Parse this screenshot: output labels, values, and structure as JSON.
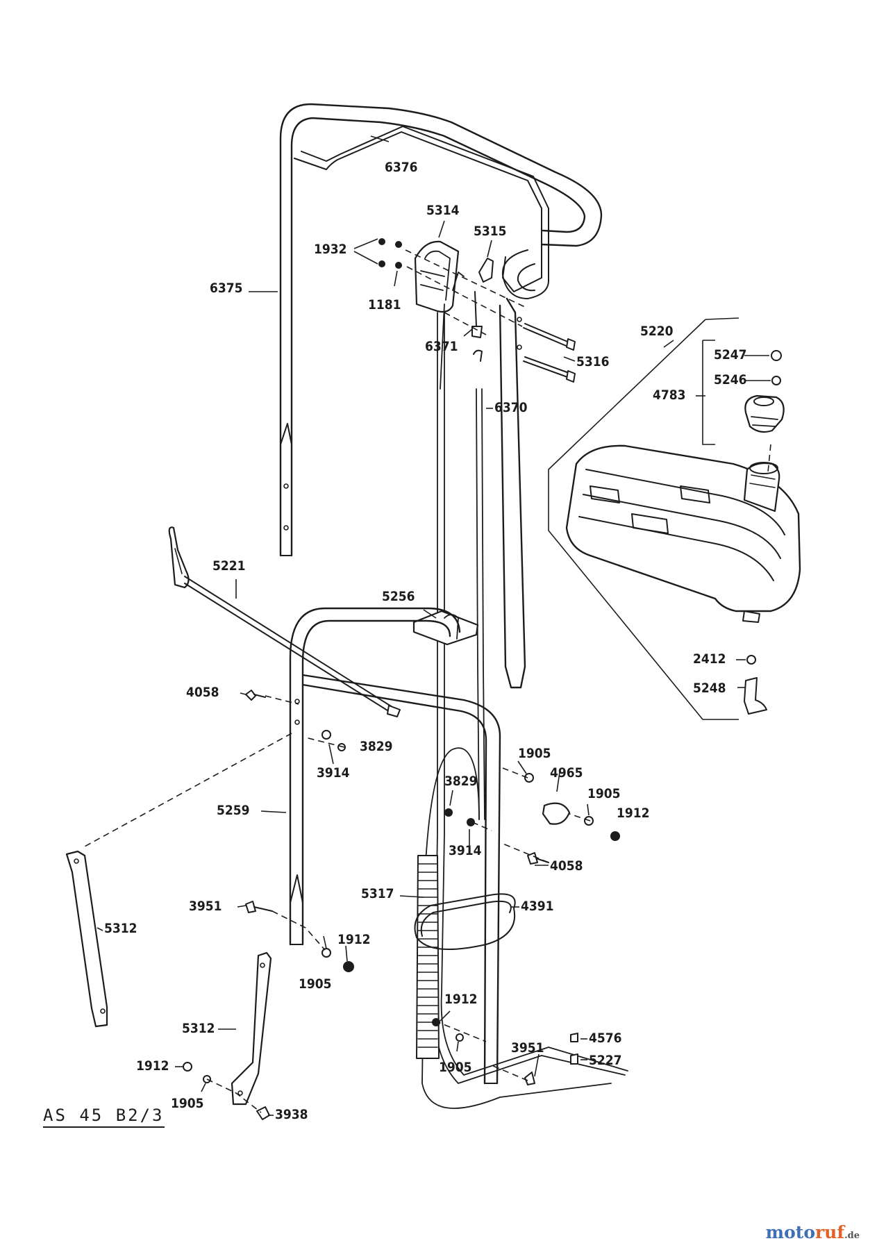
{
  "diagram": {
    "model_code": "AS 45 B2/3",
    "watermark": {
      "brand_a": "moto",
      "brand_b": "ruf",
      "tld": ".de"
    },
    "part_labels": {
      "p6376": "6376",
      "p6375": "6375",
      "p5314": "5314",
      "p5315": "5315",
      "p1932": "1932",
      "p1181": "1181",
      "p6371": "6371",
      "p5316": "5316",
      "p6370": "6370",
      "p5220": "5220",
      "p5247": "5247",
      "p5246": "5246",
      "p4783": "4783",
      "p5221": "5221",
      "p5256": "5256",
      "p2412": "2412",
      "p5248": "5248",
      "p4058a": "4058",
      "p3829a": "3829",
      "p3914a": "3914",
      "p1905a": "1905",
      "p4965": "4965",
      "p1905b": "1905",
      "p1912a": "1912",
      "p3829b": "3829",
      "p5259": "5259",
      "p3914b": "3914",
      "p4058b": "4058",
      "p5317": "5317",
      "p4391": "4391",
      "p3951a": "3951",
      "p5312a": "5312",
      "p1912b": "1912",
      "p1905c": "1905",
      "p1912c": "1912",
      "p1905d": "1905",
      "p3951b": "3951",
      "p4576": "4576",
      "p5227": "5227",
      "p5312b": "5312",
      "p1912d": "1912",
      "p1905e": "1905",
      "p3938": "3938"
    }
  }
}
